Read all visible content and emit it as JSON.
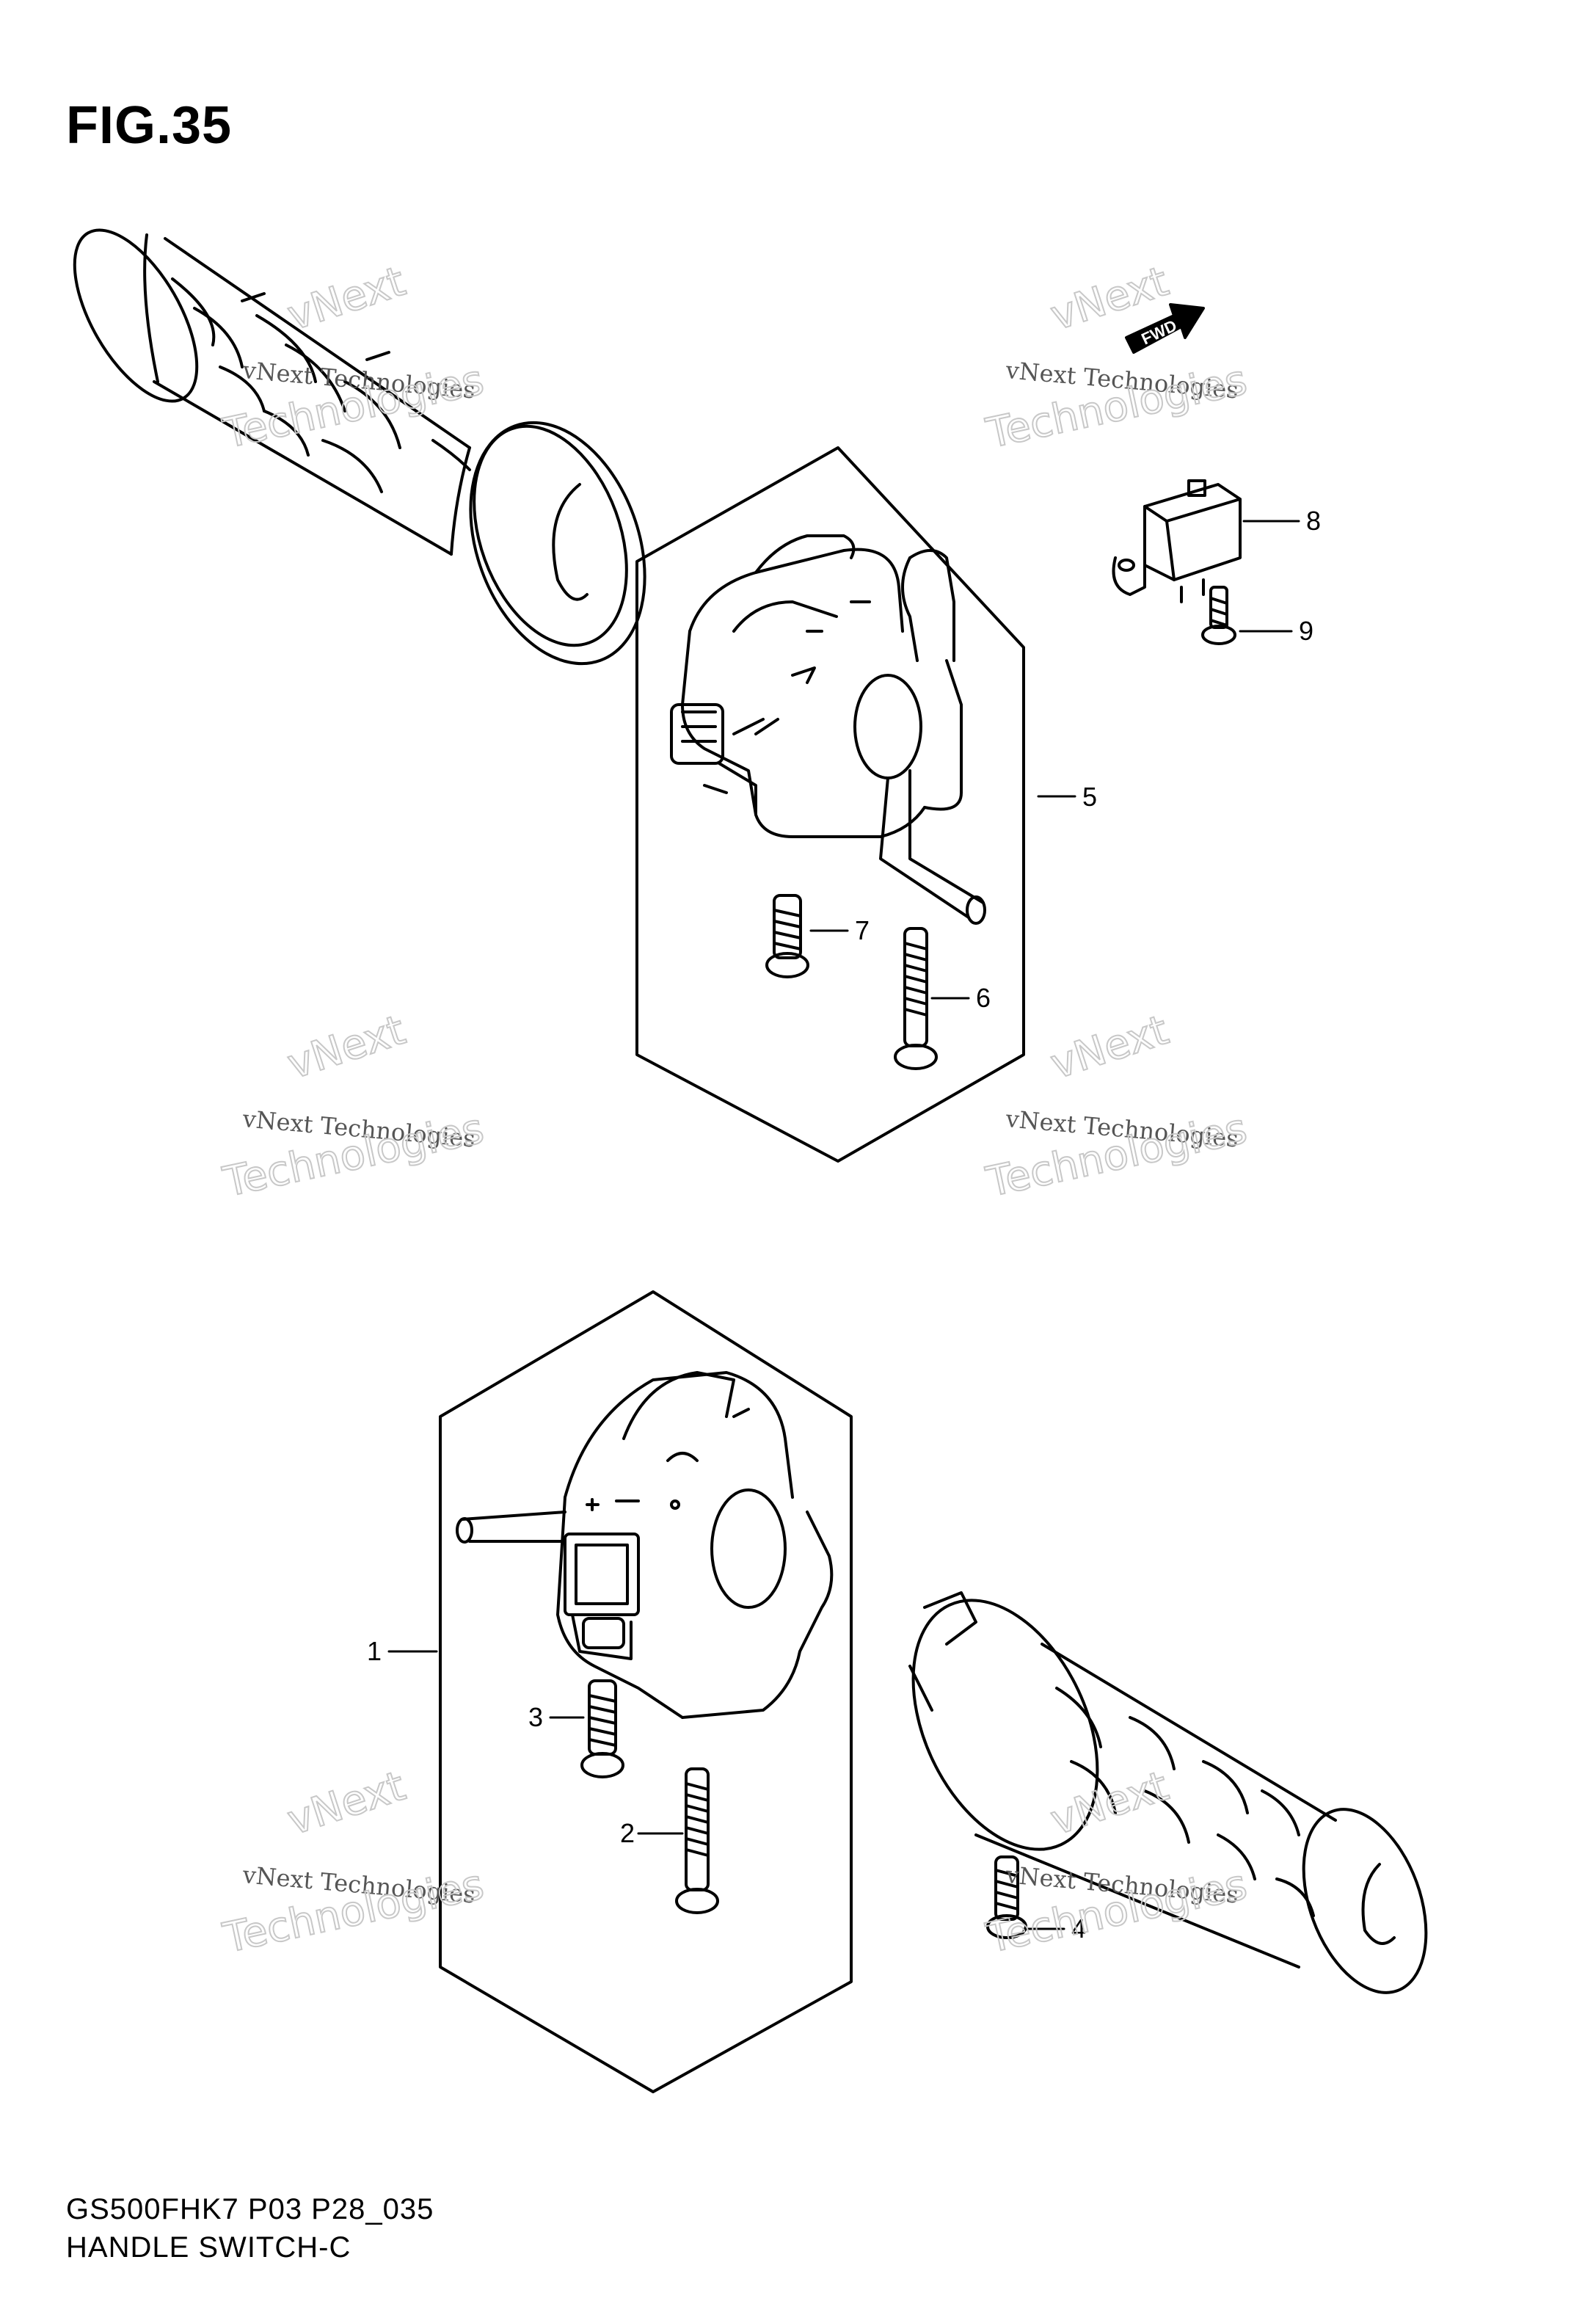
{
  "figure": {
    "title": "FIG.35"
  },
  "footer": {
    "code": "GS500FHK7 P03 P28_035",
    "name": "HANDLE SWITCH-C"
  },
  "watermark": {
    "line1": "vNext",
    "line2": "vNext Technologies",
    "line3": "Technologies"
  },
  "fwd_label": "FWD",
  "callouts": {
    "c1": "1",
    "c2": "2",
    "c3": "3",
    "c4": "4",
    "c5": "5",
    "c6": "6",
    "c7": "7",
    "c8": "8",
    "c9": "9"
  }
}
